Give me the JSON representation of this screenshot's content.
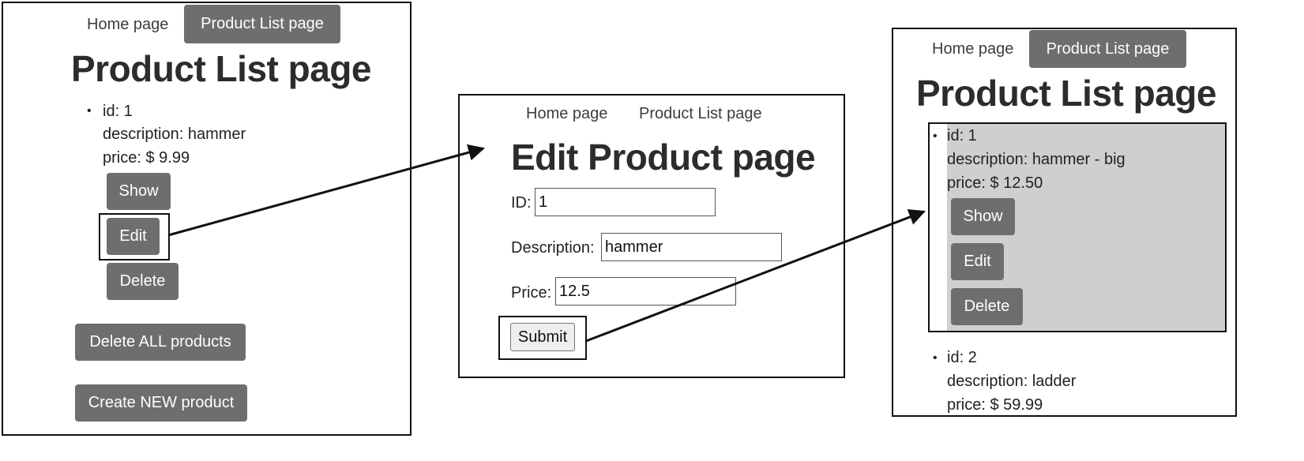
{
  "left_screen": {
    "nav": {
      "home": "Home page",
      "product_list": "Product List page"
    },
    "title": "Product List page",
    "product": {
      "id": "id: 1",
      "description": "description: hammer",
      "price": "price: $ 9.99"
    },
    "buttons": {
      "show": "Show",
      "edit": "Edit",
      "delete": "Delete"
    },
    "delete_all": "Delete ALL products",
    "create_new": "Create NEW product"
  },
  "middle_screen": {
    "nav": {
      "home": "Home page",
      "product_list": "Product List page"
    },
    "title": "Edit Product page",
    "form": {
      "id_label": "ID:",
      "id_value": "1",
      "description_label": "Description:",
      "description_value": "hammer",
      "price_label": "Price:",
      "price_value": "12.5",
      "submit": "Submit"
    }
  },
  "right_screen": {
    "nav": {
      "home": "Home page",
      "product_list": "Product List page"
    },
    "title": "Product List page",
    "products": [
      {
        "id": "id: 1",
        "description": "description: hammer - big",
        "price": "price: $ 12.50"
      },
      {
        "id": "id: 2",
        "description": "description: ladder",
        "price": "price: $ 59.99"
      }
    ],
    "buttons": {
      "show": "Show",
      "edit": "Edit",
      "delete": "Delete"
    }
  },
  "bullet_glyph": "•",
  "colors": {
    "button": "#6e6e70",
    "highlight": "#cfcfd1",
    "border": "#111111"
  }
}
